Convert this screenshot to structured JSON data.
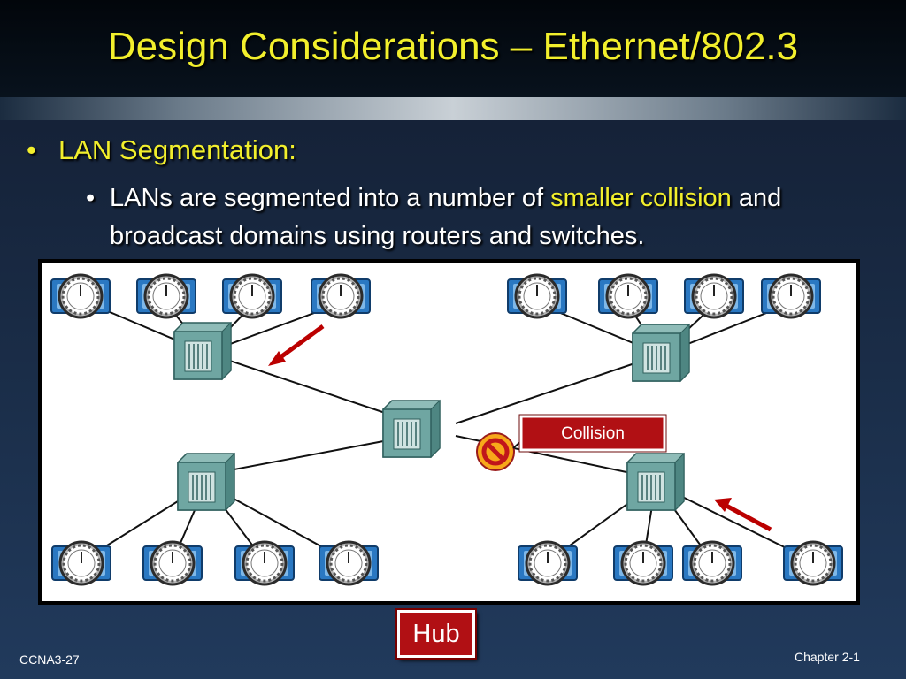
{
  "slide": {
    "title": "Design Considerations – Ethernet/802.3",
    "bullet1": {
      "marker": "•",
      "text": "LAN Segmentation:"
    },
    "bullet2": {
      "marker": "•",
      "before": "LANs are segmented into a number of ",
      "highlight": "smaller collision",
      "after": " and broadcast domains using routers and switches."
    },
    "diagram": {
      "collision_label": "Collision",
      "hub_label": "Hub"
    },
    "footer": {
      "left": "CCNA3-27",
      "right": "Chapter 2-1"
    }
  },
  "colors": {
    "title": "#f2ef2c",
    "highlight": "#f2ef2c",
    "alert_red": "#b11014",
    "hub_device": "#5f9a96"
  }
}
